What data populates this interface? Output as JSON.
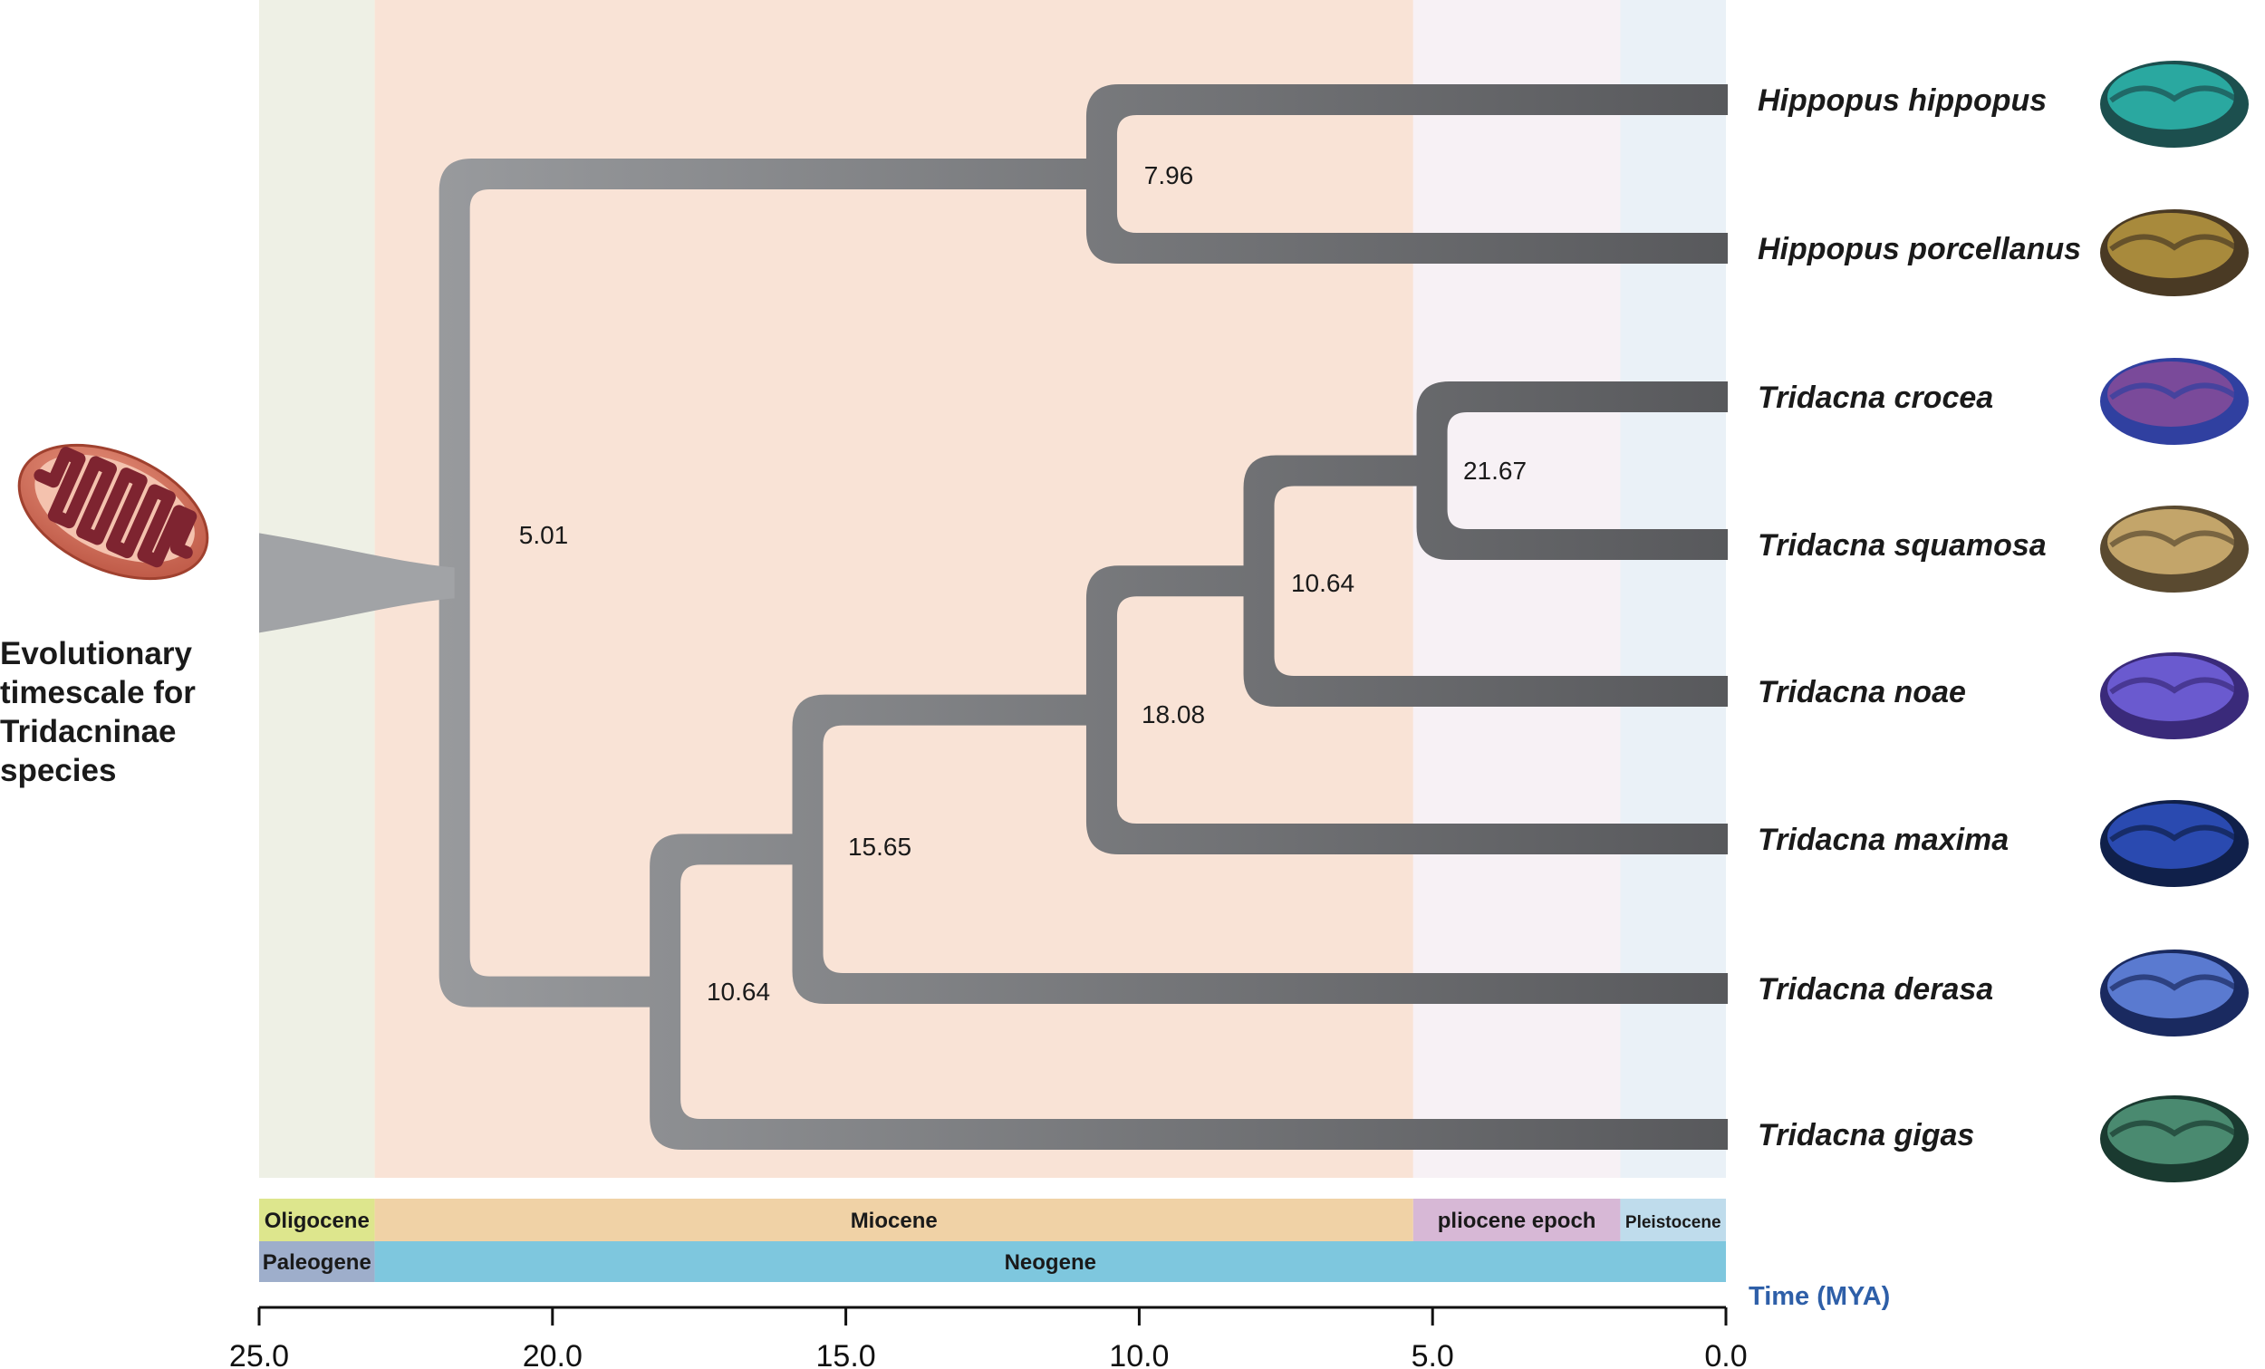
{
  "title": "Evolutionary timescale for Tridacninae species",
  "axis": {
    "label": "Time (MYA)",
    "ticks": [
      "25.0",
      "20.0",
      "15.0",
      "10.0",
      "5.0",
      "0.0"
    ]
  },
  "epochs": [
    {
      "name": "Oligocene",
      "bar": "#dde68d",
      "band": "#eef0e5"
    },
    {
      "name": "Miocene",
      "bar": "#f0d2a6",
      "band": "#f9e3d6"
    },
    {
      "name": "pliocene epoch",
      "bar": "#d7b8d6",
      "band": "#f7f1f5"
    },
    {
      "name": "Pleistocene",
      "bar": "#bfdcec",
      "band": "#eaf1f7"
    }
  ],
  "periods": [
    {
      "name": "Paleogene",
      "bar": "#9eaecb"
    },
    {
      "name": "Neogene",
      "bar": "#7ec7de"
    }
  ],
  "species": [
    {
      "name": "Hippopus hippopus",
      "icon": "clam-hippopus-hippopus-icon"
    },
    {
      "name": "Hippopus porcellanus",
      "icon": "clam-hippopus-porcellanus-icon"
    },
    {
      "name": "Tridacna crocea",
      "icon": "clam-tridacna-crocea-icon"
    },
    {
      "name": "Tridacna squamosa",
      "icon": "clam-tridacna-squamosa-icon"
    },
    {
      "name": "Tridacna noae",
      "icon": "clam-tridacna-noae-icon"
    },
    {
      "name": "Tridacna maxima",
      "icon": "clam-tridacna-maxima-icon"
    },
    {
      "name": "Tridacna derasa",
      "icon": "clam-tridacna-derasa-icon"
    },
    {
      "name": "Tridacna gigas",
      "icon": "clam-tridacna-gigas-icon"
    }
  ],
  "nodes": [
    {
      "label": "21.67",
      "age": 21.67
    },
    {
      "label": "10.64",
      "age": 10.64
    },
    {
      "label": "18.08",
      "age": 18.08
    },
    {
      "label": "15.65",
      "age": 15.65
    },
    {
      "label": "10.64",
      "age": 10.64
    },
    {
      "label": "7.96",
      "age": 7.96
    },
    {
      "label": "5.01",
      "age": 5.01
    }
  ],
  "icons": {
    "root": "mitochondrion-icon"
  },
  "colors": {
    "branch": "#8e8f92",
    "text": "#1a1a1a",
    "axis_label": "#2e5fa8"
  }
}
